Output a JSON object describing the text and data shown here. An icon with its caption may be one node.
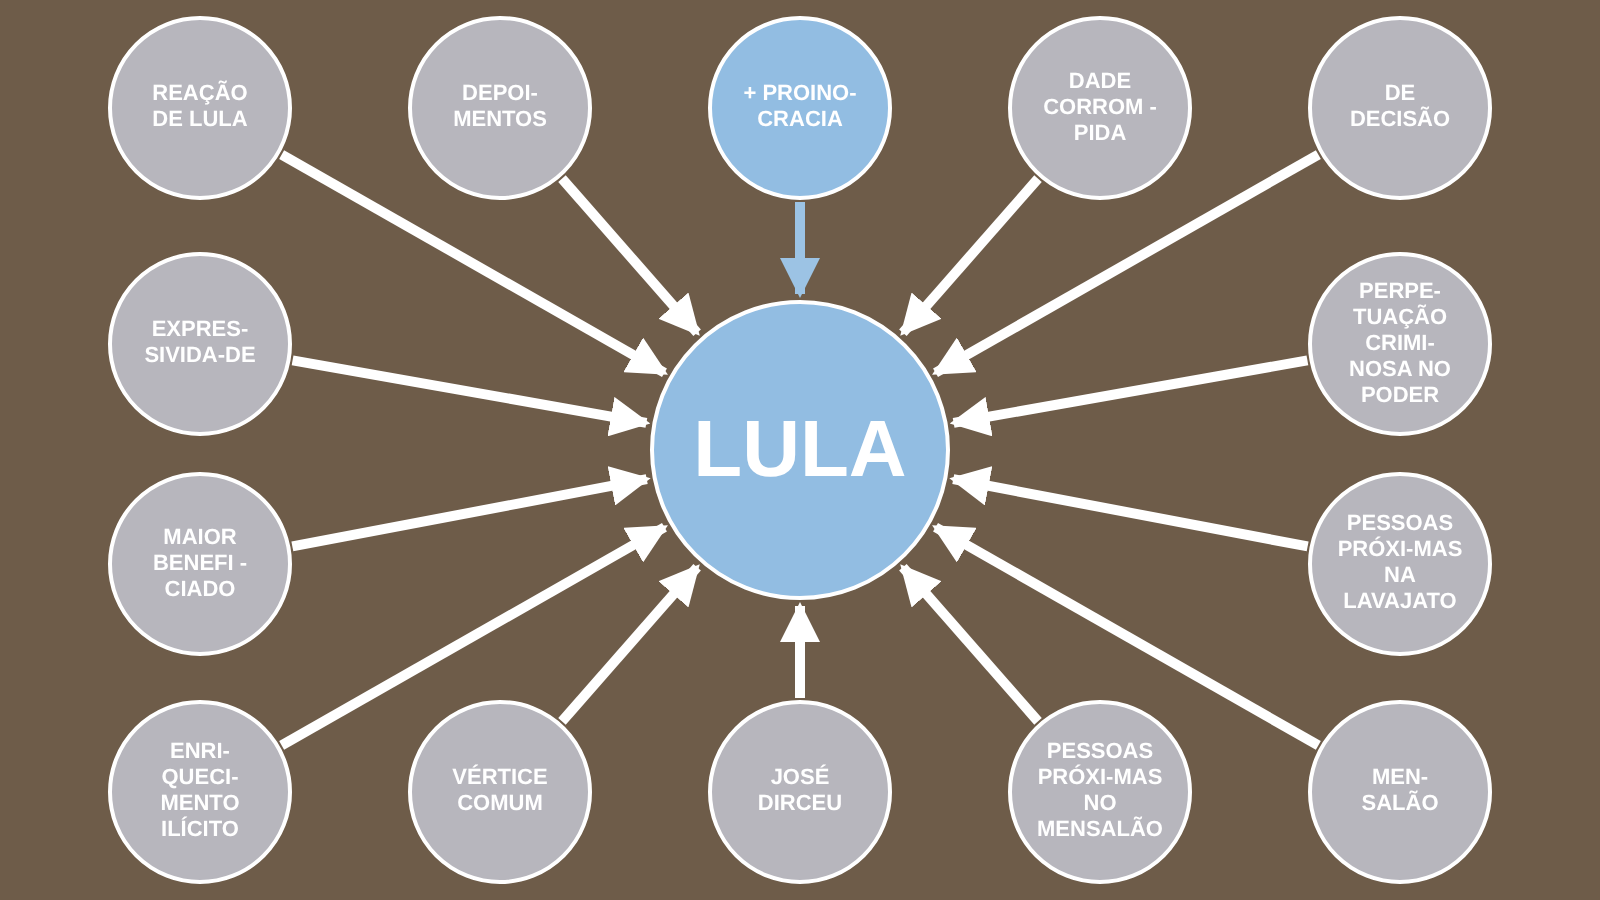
{
  "diagram": {
    "nodes": [
      {
        "text": [
          "REAÇÃO DE LULA"
        ]
      },
      {
        "text": [
          "DEPOI-MENTOS"
        ]
      },
      {
        "text": [
          "+ PROINO-CRACIA"
        ]
      },
      {
        "text": [
          "DADE CORROM -PIDA"
        ]
      },
      {
        "text": [
          "DE DECISÃO"
        ]
      },
      {
        "text": [
          "EXPRES-SIVIDA-DE"
        ]
      },
      {
        "text": [
          "LULA"
        ]
      },
      {
        "text": [
          "PERPE-TUAÇÃO CRIMI-NOSA NO PODER"
        ]
      },
      {
        "text": [
          "MAIOR BENEFI -CIADO"
        ]
      },
      {
        "text": [
          "PESSOAS PRÓXI-MAS NA LAVAJATO"
        ]
      },
      {
        "text": [
          "ENRI-QUECI-MENTO ILÍCITO"
        ]
      },
      {
        "text": [
          "VÉRTICE COMUM"
        ]
      },
      {
        "text": [
          "JOSÉ DIRCEU"
        ]
      },
      {
        "text": [
          "PESSOAS PRÓXI-MAS NO MENSALÃO"
        ]
      },
      {
        "text": [
          "MEN-SALÃO"
        ]
      }
    ],
    "edges": [
      {
        "from": 0,
        "to": 6,
        "arrow": "to"
      },
      {
        "from": 1,
        "to": 6,
        "arrow": "to"
      },
      {
        "from": 2,
        "to": 6,
        "arrow": "to",
        "color": "#9cc3e4"
      },
      {
        "from": 3,
        "to": 6,
        "arrow": "to"
      },
      {
        "from": 4,
        "to": 6,
        "arrow": "to"
      },
      {
        "from": 5,
        "to": 6,
        "arrow": "to"
      },
      {
        "from": 7,
        "to": 6,
        "arrow": "to"
      },
      {
        "from": 8,
        "to": 6,
        "arrow": "to"
      },
      {
        "from": 9,
        "to": 6,
        "arrow": "to"
      },
      {
        "from": 10,
        "to": 6,
        "arrow": "to"
      },
      {
        "from": 11,
        "to": 6,
        "arrow": "to"
      },
      {
        "from": 12,
        "to": 6,
        "arrow": "to"
      },
      {
        "from": 13,
        "to": 6,
        "arrow": "to"
      },
      {
        "from": 14,
        "to": 6,
        "arrow": "to"
      }
    ]
  }
}
